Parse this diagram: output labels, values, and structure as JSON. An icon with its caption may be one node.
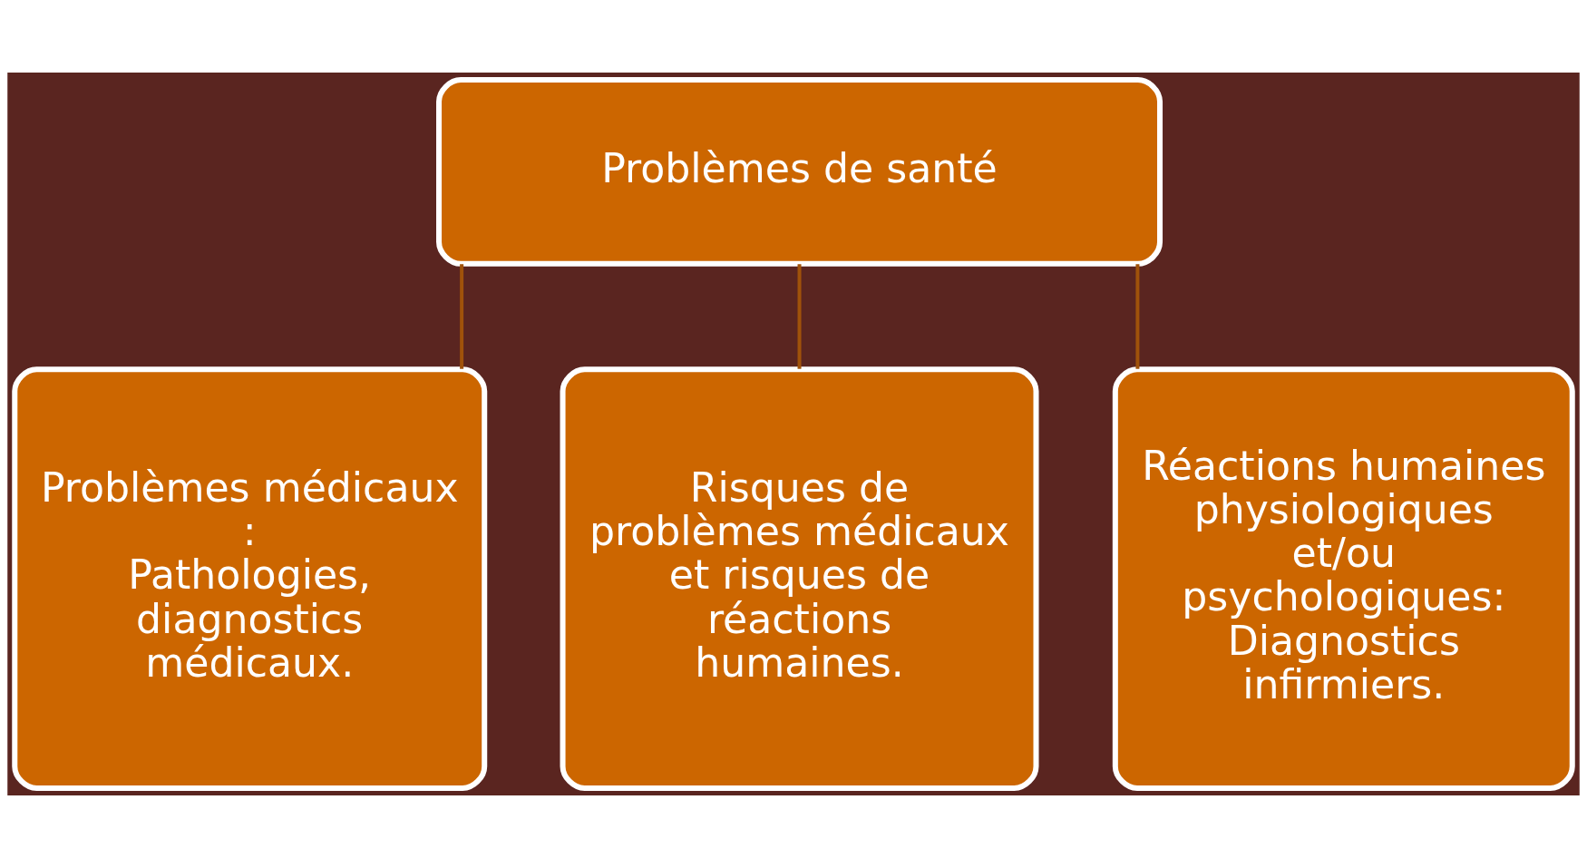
{
  "diagram": {
    "nodes": [
      {
        "text": [
          "Problèmes de santé"
        ]
      },
      {
        "text": [
          "Problèmes médicaux :",
          "Pathologies, diagnostics médicaux."
        ]
      },
      {
        "text": [
          "Risques de problèmes médicaux et risques de réactions humaines."
        ]
      },
      {
        "text": [
          "Réactions humaines physiologiques et/ou psychologiques: Diagnostics infirmiers."
        ]
      }
    ],
    "edges": [
      {
        "from": 0,
        "to": 1,
        "arrow": "none"
      },
      {
        "from": 0,
        "to": 2,
        "arrow": "none"
      },
      {
        "from": 0,
        "to": 3,
        "arrow": "none"
      }
    ]
  }
}
